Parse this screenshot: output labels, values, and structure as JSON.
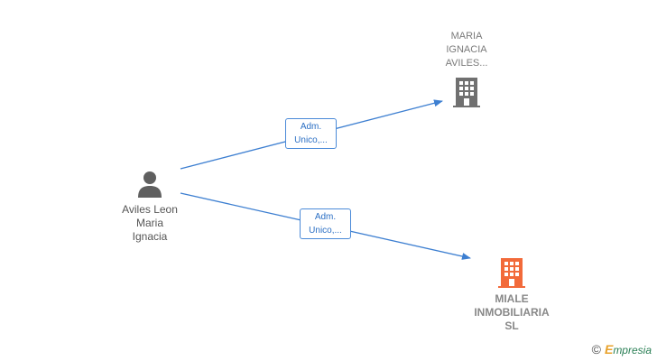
{
  "nodes": {
    "person": {
      "lines": [
        "Aviles Leon",
        "Maria",
        "Ignacia"
      ]
    },
    "company_top": {
      "lines": [
        "MARIA",
        "IGNACIA",
        "AVILES..."
      ]
    },
    "company_bottom": {
      "lines": [
        "MIALE",
        "INMOBILIARIA",
        "SL"
      ]
    }
  },
  "edges": {
    "top": {
      "lines": [
        "Adm.",
        "Unico,..."
      ]
    },
    "bottom": {
      "lines": [
        "Adm.",
        "Unico,..."
      ]
    }
  },
  "colors": {
    "edge": "#3d7fd1",
    "person_icon": "#5f5f5f",
    "company_icon": "#707070",
    "highlight_icon": "#f26a3a"
  },
  "icons": {
    "person": "person-icon",
    "company": "building-icon"
  },
  "brand": {
    "symbol": "©",
    "initial": "E",
    "rest": "mpresia"
  }
}
